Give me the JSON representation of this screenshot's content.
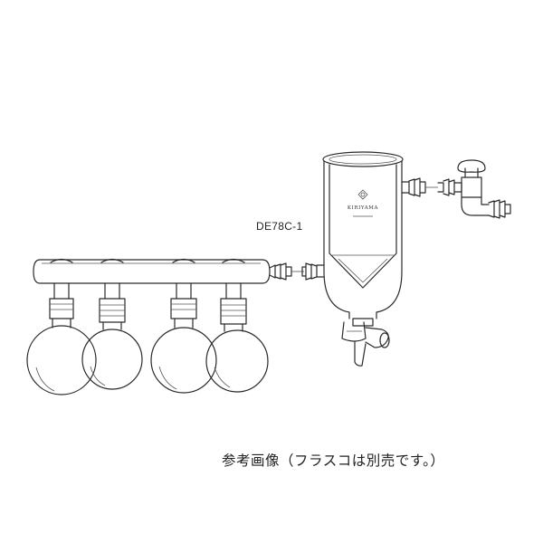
{
  "figure": {
    "model_label": "DE78C-1",
    "brand_marking": "KIRIYAMA",
    "caption": "参考画像（フラスコは別売です。）"
  }
}
